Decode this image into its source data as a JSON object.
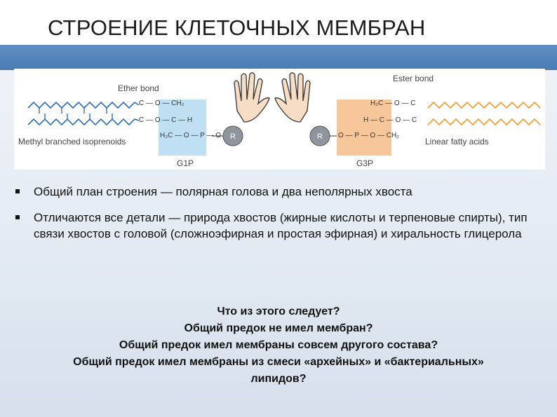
{
  "slide": {
    "title": "СТРОЕНИЕ КЛЕТОЧНЫХ МЕМБРАН"
  },
  "figure": {
    "ether_bond_label": "Ether bond",
    "ester_bond_label": "Ester bond",
    "left_tail_label": "Methyl branched isoprenoids",
    "right_tail_label": "Linear fatty acids",
    "left_head_label": "G1P",
    "right_head_label": "G3P",
    "r_group": "R",
    "colors": {
      "left_head_bg": "#bfe0f3",
      "right_head_bg": "#f6c79a",
      "left_chain": "#2e6fb6",
      "right_chain": "#f29a2e",
      "hand_fill": "#f6ddc4"
    }
  },
  "bullets": [
    "Общий план строения — полярная голова и два неполярных хвоста",
    "Отличаются все детали — природа хвостов (жирные кислоты и терпеновые спирты), тип связи хвостов с головой (сложноэфирная и простая эфирная) и хиральность глицерола"
  ],
  "questions": [
    "Что из этого следует?",
    "Общий предок не имел мембран?",
    "Общий предок имел мембраны совсем другого состава?",
    "Общий предок имел мембраны из смеси «архейных» и «бактериальных»",
    "липидов?"
  ]
}
